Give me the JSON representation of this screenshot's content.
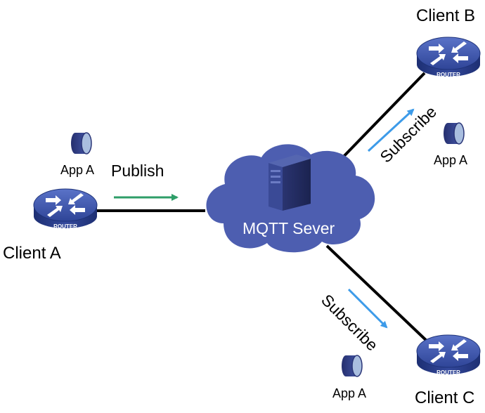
{
  "server": {
    "label": "MQTT Sever"
  },
  "clients": [
    {
      "id": "a",
      "label": "Client A",
      "router_text": "ROUTER",
      "app": "App A"
    },
    {
      "id": "b",
      "label": "Client B",
      "router_text": "ROUTER",
      "app": "App A"
    },
    {
      "id": "c",
      "label": "Client C",
      "router_text": "ROUTER",
      "app": "App A"
    }
  ],
  "flows": {
    "publish": {
      "label": "Publish",
      "color": "#2e9e68"
    },
    "subscribe_b": {
      "label": "Subscribe",
      "color": "#3d9be9"
    },
    "subscribe_c": {
      "label": "Subscribe",
      "color": "#3d9be9"
    }
  },
  "colors": {
    "cloud": "#4a5aad",
    "router_top": "#3f57b0",
    "router_side": "#243a86",
    "app_icon": "#2f3e86",
    "app_cap": "#9fb4d6"
  },
  "icons": {
    "router": "router-icon",
    "server": "server-icon",
    "app": "application-cylinder-icon"
  }
}
